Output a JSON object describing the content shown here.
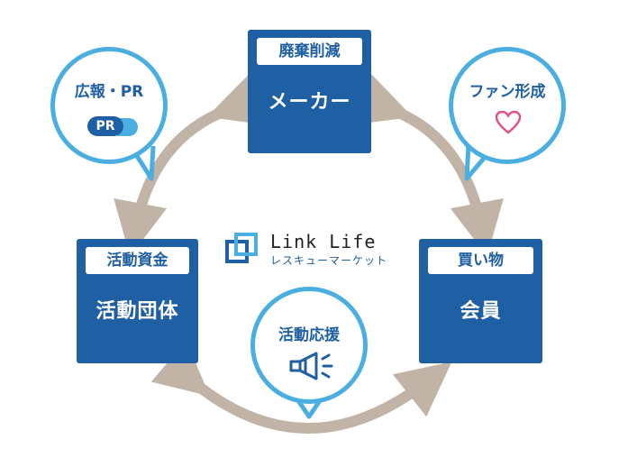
{
  "logo": {
    "title": "Link Life",
    "subtitle": "レスキューマーケット"
  },
  "nodes": {
    "maker": {
      "tag": "廃棄削減",
      "name": "メーカー"
    },
    "member": {
      "tag": "買い物",
      "name": "会員"
    },
    "group": {
      "tag": "活動資金",
      "name": "活動団体"
    }
  },
  "bubbles": {
    "pr": {
      "label": "広報・PR",
      "badge": "PR",
      "icon": "speech-bubbles-icon"
    },
    "fan": {
      "label": "ファン形成",
      "icon": "heart-icon"
    },
    "act": {
      "label": "活動応援",
      "icon": "megaphone-icon"
    }
  },
  "colors": {
    "node_blue": "#1f5fa3",
    "bubble_blue": "#4aaee0",
    "arrow": "#c1b3a6",
    "heart": "#e8508a"
  }
}
